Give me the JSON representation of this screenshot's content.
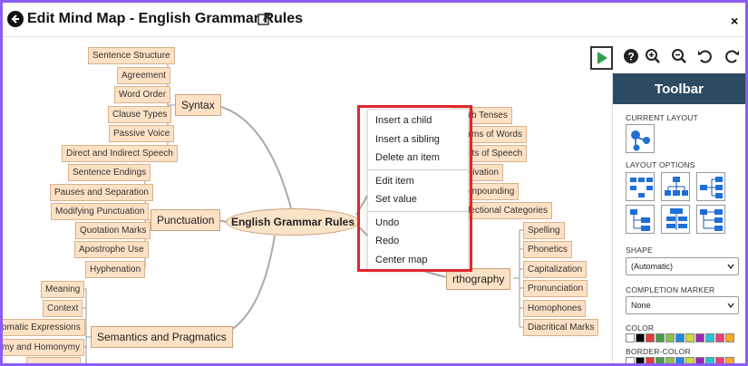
{
  "header": {
    "title": "Edit Mind Map - English Grammar Rules",
    "back_icon": "arrow-left-circle-icon",
    "edit_icon": "edit-icon",
    "close_label": "×"
  },
  "mindmap": {
    "root": "English Grammar Rules",
    "branches": {
      "syntax": {
        "label": "Syntax",
        "children": [
          "Sentence Structure",
          "Agreement",
          "Word Order",
          "Clause Types",
          "Passive Voice",
          "Direct and Indirect Speech"
        ]
      },
      "punctuation": {
        "label": "Punctuation",
        "children": [
          "Sentence Endings",
          "Pauses and Separation",
          "Modifying Punctuation",
          "Quotation Marks",
          "Apostrophe Use",
          "Hyphenation"
        ]
      },
      "semantics": {
        "label": "Semantics and Pragmatics",
        "children": [
          "Meaning",
          "Context",
          "omatic Expressions",
          "my and Homonymy"
        ]
      },
      "morphology": {
        "children": [
          "Verb Tenses",
          "Forms of Words",
          "Parts of Speech",
          "Derivation",
          "Compounding",
          "Inflectional Categories"
        ]
      },
      "orthography": {
        "label": "rthography",
        "children": [
          "Spelling",
          "Phonetics",
          "Capitalization",
          "Pronunciation",
          "Homophones",
          "Diacritical Marks"
        ]
      }
    }
  },
  "context_menu": {
    "items": [
      "Insert a child",
      "Insert a sibling",
      "Delete an item",
      "Edit item",
      "Set value",
      "Undo",
      "Redo",
      "Center map"
    ]
  },
  "top_icons": [
    "play-icon",
    "help-icon",
    "zoom-in-icon",
    "zoom-out-icon",
    "rotate-left-icon",
    "rotate-right-icon"
  ],
  "toolbar": {
    "title": "Toolbar",
    "current_layout_label": "CURRENT LAYOUT",
    "layout_options_label": "LAYOUT OPTIONS",
    "shape_label": "SHAPE",
    "shape_value": "(Automatic)",
    "completion_label": "COMPLETION MARKER",
    "completion_value": "None",
    "color_label": "COLOR",
    "border_color_label": "BORDER-COLOR",
    "swatch_colors": [
      "#ffffff",
      "#000000",
      "#e53935",
      "#43a047",
      "#8bc34a",
      "#1e88e5",
      "#cddc39",
      "#9c27b0",
      "#26c6da",
      "#ec407a",
      "#ffa726"
    ]
  },
  "colors": {
    "node_fill": "#fde1c5",
    "toolbar_header": "#2d4a63",
    "highlight": "#e0262b",
    "frame": "#8b5cf6"
  }
}
